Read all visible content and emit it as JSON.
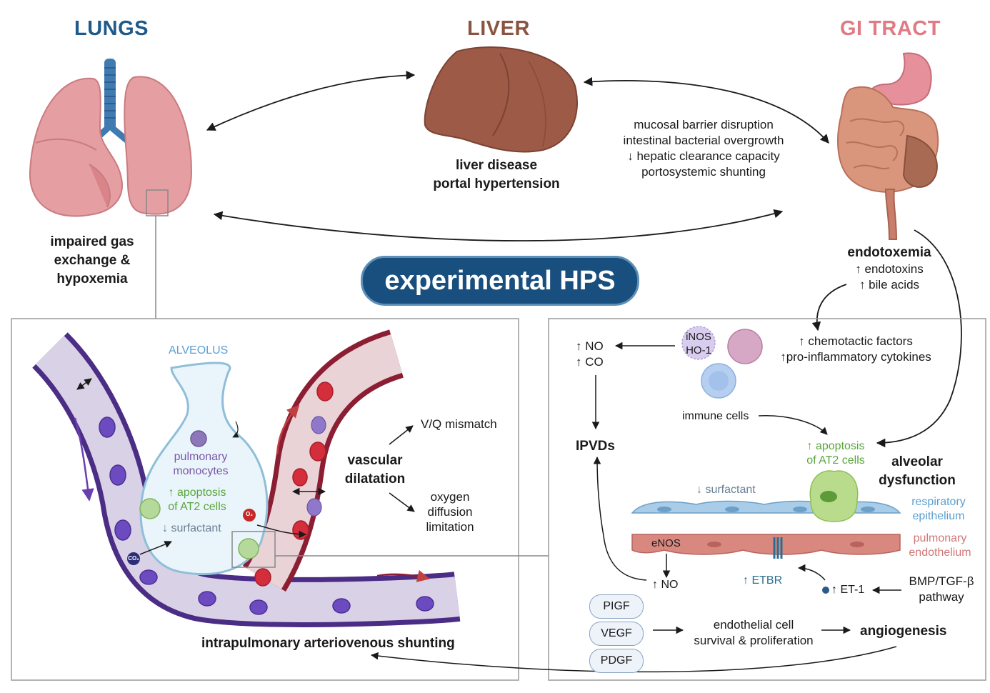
{
  "organs": {
    "lungs": {
      "title": "LUNGS",
      "caption_lines": [
        "impaired gas",
        "exchange &",
        "hypoxemia"
      ]
    },
    "liver": {
      "title": "LIVER",
      "caption_lines": [
        "liver disease",
        "portal hypertension"
      ]
    },
    "gi": {
      "title": "GI TRACT"
    }
  },
  "liver_gi_factors": [
    "mucosal barrier disruption",
    "intestinal bacterial overgrowth",
    "↓ hepatic clearance capacity",
    "portosystemic shunting"
  ],
  "endotoxemia": {
    "title": "endotoxemia",
    "items": [
      "↑ endotoxins",
      "↑ bile acids"
    ]
  },
  "center_label": "experimental HPS",
  "left_panel": {
    "alveolus": "ALVEOLUS",
    "monocytes_lines": [
      "pulmonary",
      "monocytes"
    ],
    "apoptosis_lines": [
      "↑ apoptosis",
      "of AT2 cells"
    ],
    "surfactant": "↓ surfactant",
    "o2": "O₂",
    "co2": "CO₂",
    "vascular_lines": [
      "vascular",
      "dilatation"
    ],
    "vq": "V/Q mismatch",
    "oxygen_lines": [
      "oxygen",
      "diffusion",
      "limitation"
    ],
    "shunting": "intrapulmonary arteriovenous shunting"
  },
  "right_panel": {
    "no_co_lines": [
      "↑ NO",
      "↑ CO"
    ],
    "inos_lines": [
      "iNOS",
      "HO-1"
    ],
    "factors_lines": [
      "↑ chemotactic factors",
      "↑pro-inflammatory cytokines"
    ],
    "immune_cells": "immune cells",
    "ipvds": "IPVDs",
    "apoptosis_lines": [
      "↑ apoptosis",
      "of AT2 cells"
    ],
    "alveolar_lines": [
      "alveolar",
      "dysfunction"
    ],
    "surfactant": "↓ surfactant",
    "respiratory_lines": [
      "respiratory",
      "epithelium"
    ],
    "pulmonary_lines": [
      "pulmonary",
      "endothelium"
    ],
    "enos": "eNOS",
    "no": "↑ NO",
    "etbr": "↑ ETBR",
    "et1": "↑ ET-1",
    "bmp_lines": [
      "BMP/TGF-β",
      "pathway"
    ],
    "growth_factors": [
      "PIGF",
      "VEGF",
      "PDGF"
    ],
    "endothelial_lines": [
      "endothelial cell",
      "survival & proliferation"
    ],
    "angiogenesis": "angiogenesis"
  },
  "colors": {
    "lungs_title": "#1f5a8a",
    "liver_title": "#8a5540",
    "gi_title": "#e07b84",
    "pill": "#184f7f",
    "green": "#5aa63d",
    "purple": "#7b57a8"
  }
}
